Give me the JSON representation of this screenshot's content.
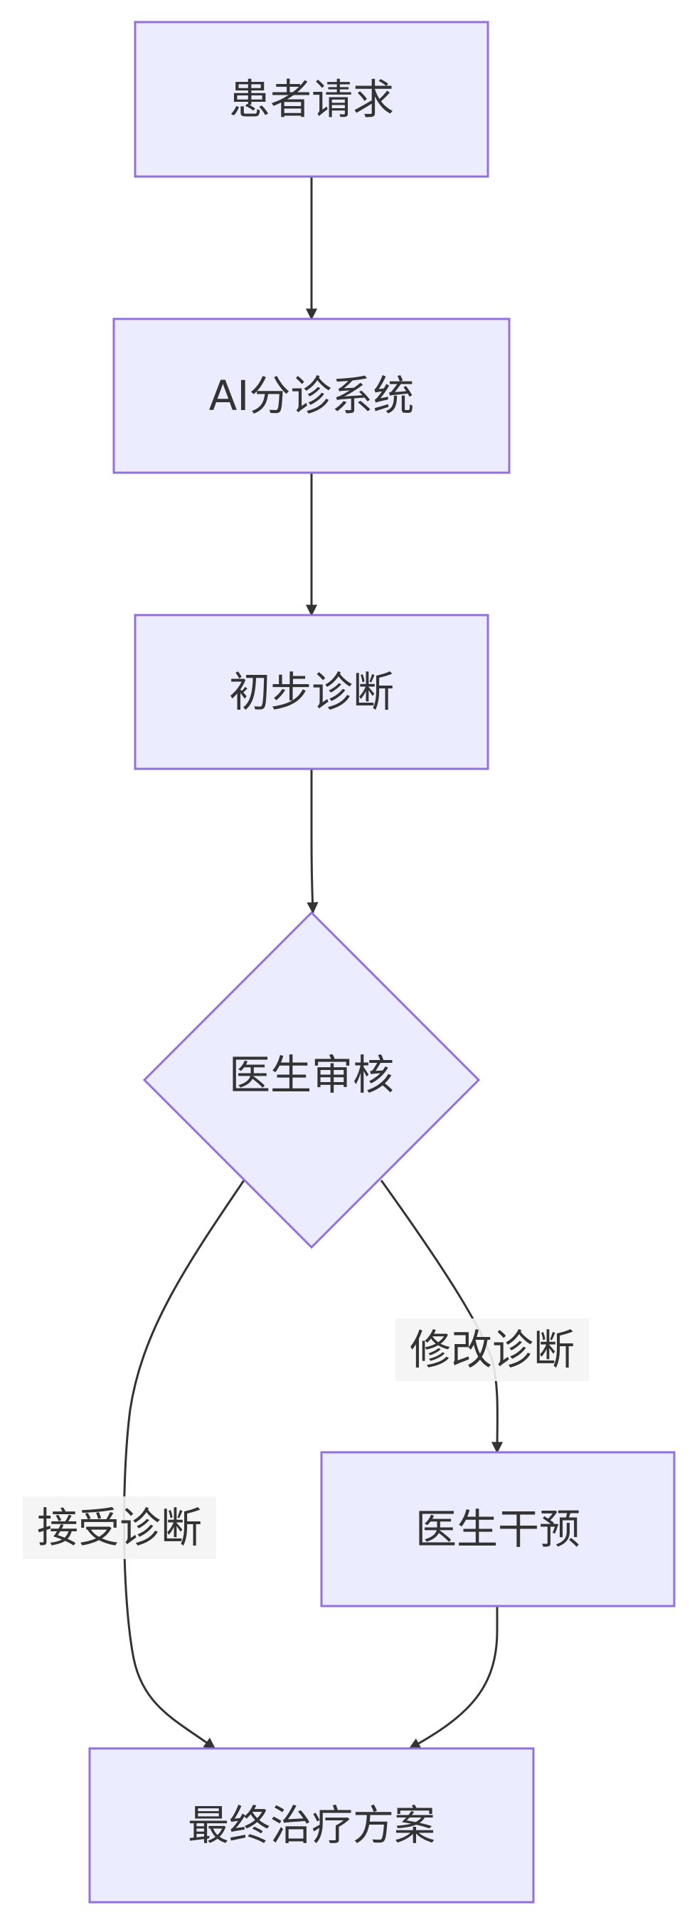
{
  "colors": {
    "node_fill": "#ECECFF",
    "node_stroke": "#9370DB",
    "edge": "#333333",
    "text": "#333333",
    "edge_label_bg": "#F4F4F4"
  },
  "nodes": {
    "patient_request": "患者请求",
    "ai_triage": "AI分诊系统",
    "preliminary_diagnosis": "初步诊断",
    "doctor_review": "医生审核",
    "doctor_intervention": "医生干预",
    "final_treatment": "最终治疗方案"
  },
  "edge_labels": {
    "modify_diagnosis": "修改诊断",
    "accept_diagnosis": "接受诊断"
  }
}
